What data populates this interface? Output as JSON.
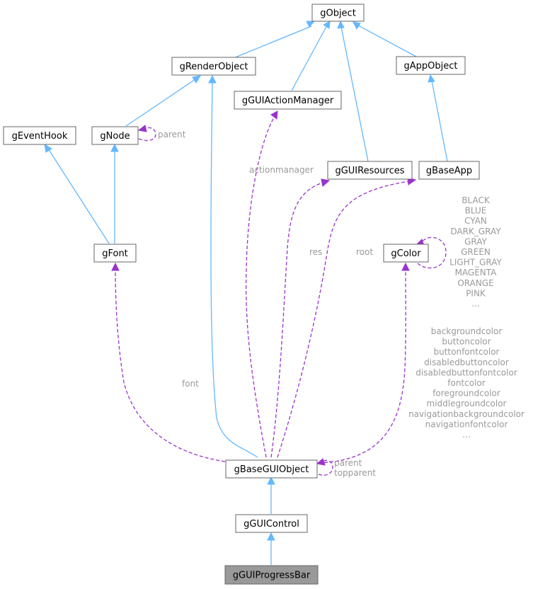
{
  "nodes": {
    "gObject": "gObject",
    "gRenderObject": "gRenderObject",
    "gAppObject": "gAppObject",
    "gGUIActionManager": "gGUIActionManager",
    "gEventHook": "gEventHook",
    "gNode": "gNode",
    "gGUIResources": "gGUIResources",
    "gBaseApp": "gBaseApp",
    "gFont": "gFont",
    "gColor": "gColor",
    "gBaseGUIObject": "gBaseGUIObject",
    "gGUIControl": "gGUIControl",
    "gGUIProgressBar": "gGUIProgressBar"
  },
  "labels": {
    "node_parent": "parent",
    "actionmanager": "actionmanager",
    "res": "res",
    "root": "root",
    "font": "font",
    "color_self": [
      "BLACK",
      "BLUE",
      "CYAN",
      "DARK_GRAY",
      "GRAY",
      "GREEN",
      "LIGHT_GRAY",
      "MAGENTA",
      "ORANGE",
      "PINK",
      "..."
    ],
    "color_members": [
      "backgroundcolor",
      "buttoncolor",
      "buttonfontcolor",
      "disabledbuttoncolor",
      "disabledbuttonfontcolor",
      "fontcolor",
      "foregroundcolor",
      "middlegroundcolor",
      "navigationbackgroundcolor",
      "navigationfontcolor",
      "..."
    ],
    "gui_self": [
      "parent",
      "topparent"
    ]
  },
  "colors": {
    "inheritance": "#63b8ff",
    "member": "#9a32cd",
    "label": "#9a9a9a",
    "current_node": "#999999"
  }
}
